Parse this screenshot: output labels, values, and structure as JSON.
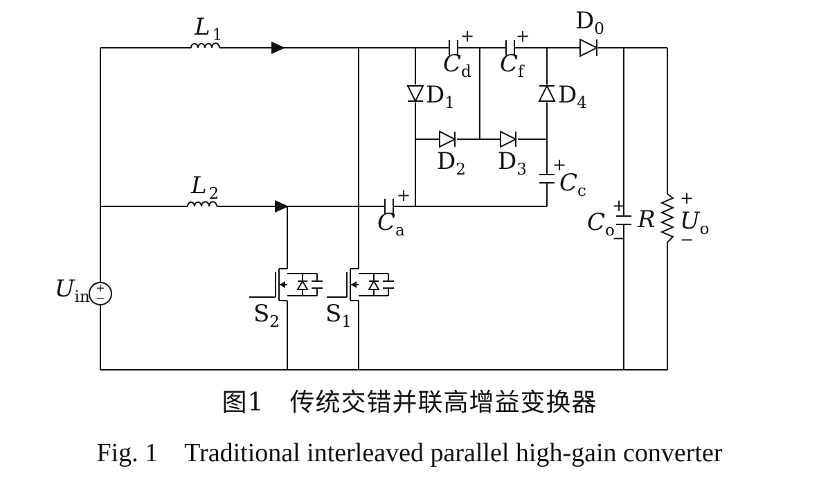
{
  "labels": {
    "L1": {
      "main": "L",
      "sub": "1"
    },
    "L2": {
      "main": "L",
      "sub": "2"
    },
    "Cd": {
      "main": "C",
      "sub": "d"
    },
    "Cf": {
      "main": "C",
      "sub": "f"
    },
    "Ca": {
      "main": "C",
      "sub": "a"
    },
    "Cc": {
      "main": "C",
      "sub": "c"
    },
    "Co": {
      "main": "C",
      "sub": "o"
    },
    "D0": {
      "main": "D",
      "sub": "0"
    },
    "D1": {
      "main": "D",
      "sub": "1"
    },
    "D2": {
      "main": "D",
      "sub": "2"
    },
    "D3": {
      "main": "D",
      "sub": "3"
    },
    "D4": {
      "main": "D",
      "sub": "4"
    },
    "S1": {
      "main": "S",
      "sub": "1"
    },
    "S2": {
      "main": "S",
      "sub": "2"
    },
    "R": "R",
    "Uin": {
      "main": "U",
      "sub": "in"
    },
    "Uo": {
      "main": "U",
      "sub": "o"
    },
    "plus": "+",
    "minus": "−"
  },
  "caption": {
    "cn": "图1　传统交错并联高增益变换器",
    "en": "Fig. 1　Traditional interleaved parallel high-gain converter"
  }
}
